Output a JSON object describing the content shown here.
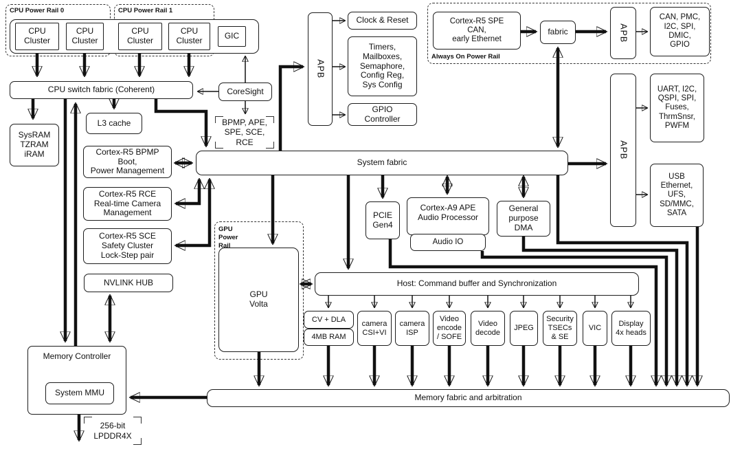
{
  "rails": {
    "cpu0": "CPU Power Rail 0",
    "cpu1": "CPU Power Rail 1",
    "aon": "Always On Power Rail",
    "gpu": "GPU\nPower\nRail"
  },
  "blocks": {
    "cluster1": "CPU\nCluster",
    "cluster2": "CPU\nCluster",
    "cluster3": "CPU\nCluster",
    "cluster4": "CPU\nCluster",
    "gic": "GIC",
    "switch_fabric": "CPU switch fabric (Coherent)",
    "coresight": "CoreSight",
    "sysram": "SysRAM\nTZRAM\niRAM",
    "l3": "L3 cache",
    "subsys_note": "BPMP, APE,\nSPE, SCE,\nRCE",
    "bpmp": "Cortex-R5 BPMP\nBoot,\nPower Management",
    "rce": "Cortex-R5 RCE\nReal-time Camera\nManagement",
    "sce": "Cortex-R5 SCE\nSafety Cluster\nLock-Step pair",
    "nvlink": "NVLINK HUB",
    "memory_controller": "Memory Controller",
    "smmu": "System MMU",
    "dram_note": "256-bit\nLPDDR4X",
    "apb_mid": "APB",
    "clock_reset": "Clock & Reset",
    "timers": "Timers,\nMailboxes,\nSemaphore,\nConfig Reg,\nSys Config",
    "gpio_controller": "GPIO\nController",
    "system_fabric": "System fabric",
    "spe": "Cortex-R5 SPE\nCAN,\nearly Ethernet",
    "aon_fabric": "fabric",
    "apb_aon": "APB",
    "aon_io": "CAN, PMC,\nI2C, SPI,\nDMIC,\nGPIO",
    "apb_right": "APB",
    "io_upper": "UART, I2C,\nQSPI, SPI,\nFuses,\nThrmSnsr,\nPWFM",
    "io_lower": "USB\nEthernet,\nUFS,\nSD/MMC,\nSATA",
    "pcie": "PCIE\nGen4",
    "a9_ape": "Cortex-A9 APE\nAudio Processor",
    "audio_io": "Audio IO",
    "gp_dma": "General\npurpose\nDMA",
    "gpu_volta": "GPU\nVolta",
    "host": "Host: Command buffer and Synchronization",
    "cv_dla": "CV + DLA",
    "cv_ram": "4MB RAM",
    "camera_csi": "camera\nCSI+VI",
    "camera_isp": "camera\nISP",
    "video_encode": "Video\nencode\n/ SOFE",
    "video_decode": "Video\ndecode",
    "jpeg": "JPEG",
    "security": "Security\nTSECs\n& SE",
    "vic": "VIC",
    "display": "Display\n4x heads",
    "memory_fabric": "Memory fabric and arbitration"
  },
  "colors": {
    "line": "#111111",
    "background": "#ffffff",
    "box_fill": "#ffffff"
  }
}
